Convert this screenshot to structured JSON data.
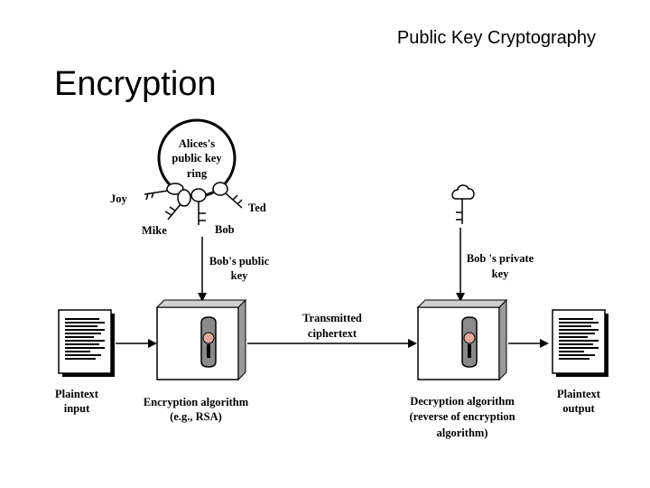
{
  "header": {
    "title": "Public Key Cryptography"
  },
  "slide": {
    "title": "Encryption"
  },
  "diagram": {
    "key_ring_label": [
      "Alices's",
      "public key",
      "ring"
    ],
    "key_owners": {
      "joy": "Joy",
      "mike": "Mike",
      "bob": "Bob",
      "ted": "Ted"
    },
    "bob_public_key_label": [
      "Bob's public",
      "key"
    ],
    "bob_private_key_label": [
      "Bob 's private",
      "key"
    ],
    "transmitted_label": [
      "Transmitted",
      "ciphertext"
    ],
    "plaintext_input_label": [
      "Plaintext",
      "input"
    ],
    "encryption_label": [
      "Encryption algorithm",
      "(e.g., RSA)"
    ],
    "decryption_label": [
      "Decryption algorithm",
      "(reverse of encryption",
      "algorithm)"
    ],
    "plaintext_output_label": [
      "Plaintext",
      "output"
    ]
  }
}
